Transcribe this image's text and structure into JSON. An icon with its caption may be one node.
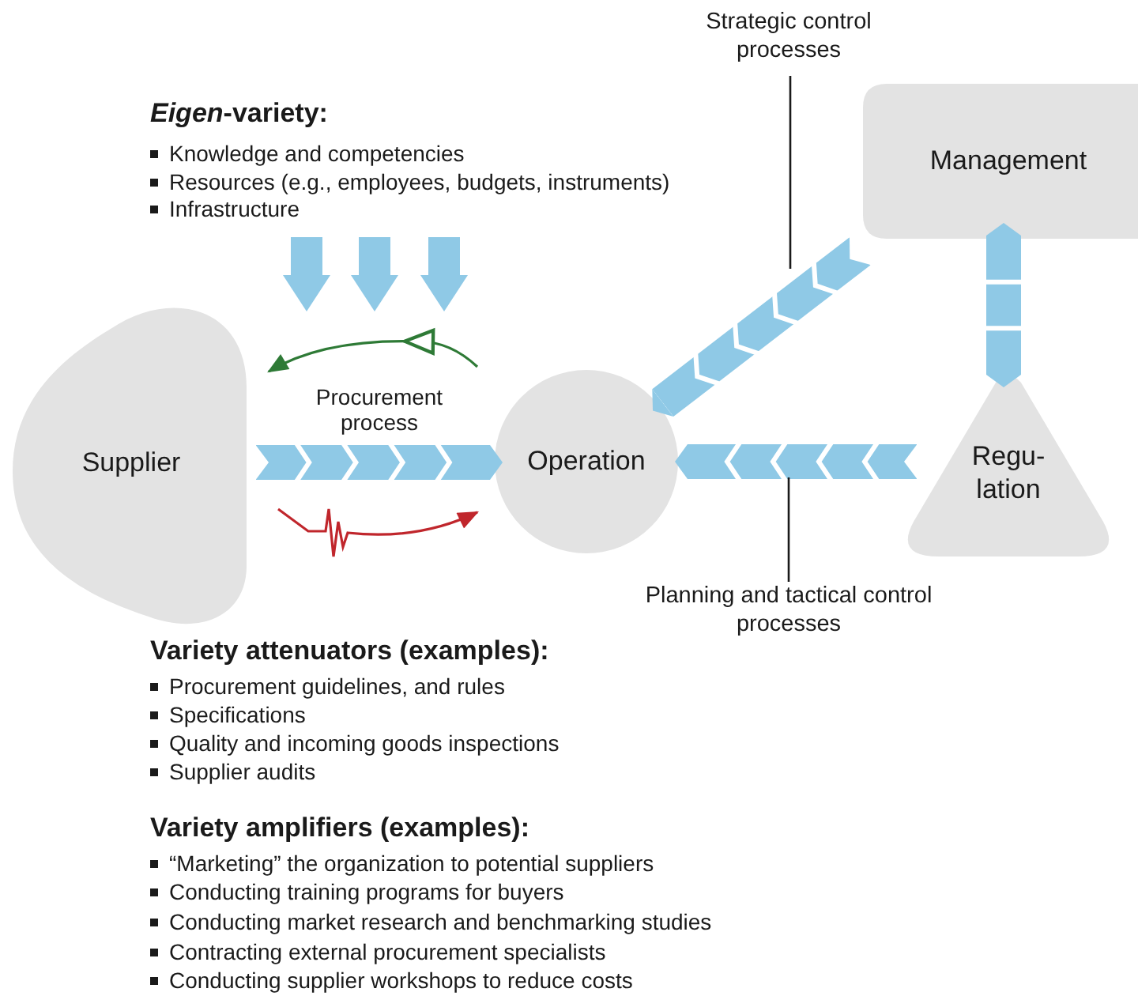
{
  "diagram": {
    "nodes": [
      {
        "text": [
          "Supplier"
        ]
      },
      {
        "text": [
          "Operation"
        ]
      },
      {
        "text": [
          "Management"
        ]
      },
      {
        "text": [
          "Regu- lation"
        ]
      },
      {
        "text": [
          "Strategic control processes"
        ]
      },
      {
        "text": [
          "Planning and tactical control processes"
        ]
      }
    ],
    "edges": [
      {
        "from": 0,
        "to": 1,
        "arrow": "to",
        "label": "Procurement process",
        "style": "thick",
        "color": "#8fc9e6"
      },
      {
        "from": 2,
        "to": 1,
        "arrow": "to",
        "style": "thick",
        "color": "#8fc9e6"
      },
      {
        "from": 3,
        "to": 1,
        "arrow": "to",
        "style": "thick",
        "color": "#8fc9e6"
      },
      {
        "from": 2,
        "to": 3,
        "arrow": "both",
        "style": "thick",
        "color": "#8fc9e6"
      },
      {
        "from": 1,
        "to": 0,
        "arrow": "to",
        "color": "#2e7a36"
      },
      {
        "from": 0,
        "to": 1,
        "arrow": "to",
        "color": "#c0262c"
      },
      {
        "from": 4,
        "to": null,
        "arrow": "none",
        "color": "#1a1a1a"
      },
      {
        "from": 5,
        "to": null,
        "arrow": "none",
        "color": "#1a1a1a"
      }
    ],
    "labels": [
      "*Eigen*-variety:",
      "Knowledge and competencies",
      "Resources (e.g., employees, budgets, instruments)",
      "Infrastructure",
      "Variety attenuators (examples):",
      "Procurement guidelines, and rules",
      "Specifications",
      "Quality and incoming goods inspections",
      "Supplier audits",
      "Variety amplifiers (examples):",
      "“Marketing” the organization to potential suppliers",
      "Conducting training programs for buyers",
      "Conducting market research and benchmarking studies",
      "Contracting external procurement specialists",
      "Conducting supplier workshops to reduce costs"
    ]
  }
}
